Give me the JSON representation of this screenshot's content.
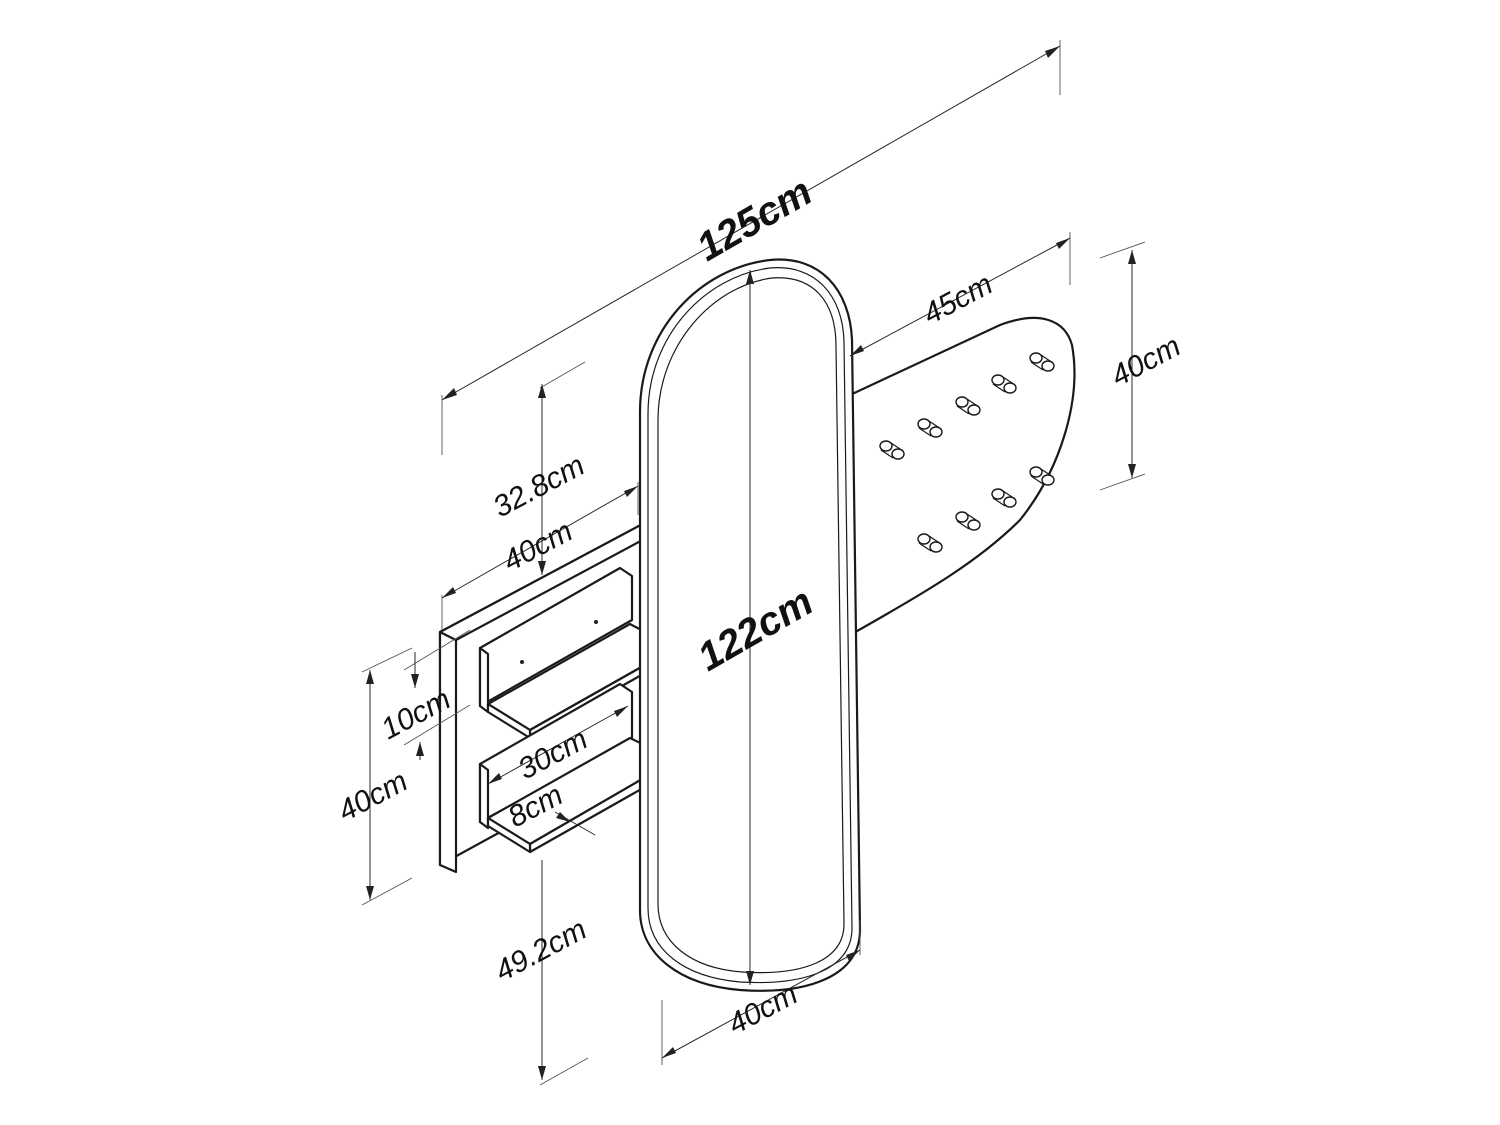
{
  "dimensions": {
    "total_width": "125cm",
    "mirror_height": "122cm",
    "mirror_width": "40cm",
    "coat_panel_width": "45cm",
    "coat_panel_height": "40cm",
    "shelf_unit_width": "40cm",
    "shelf_unit_height": "40cm",
    "top_offset": "32.8cm",
    "bottom_offset": "49.2cm",
    "shelf_spacing": "10cm",
    "shelf_width": "30cm",
    "shelf_depth": "8cm"
  }
}
